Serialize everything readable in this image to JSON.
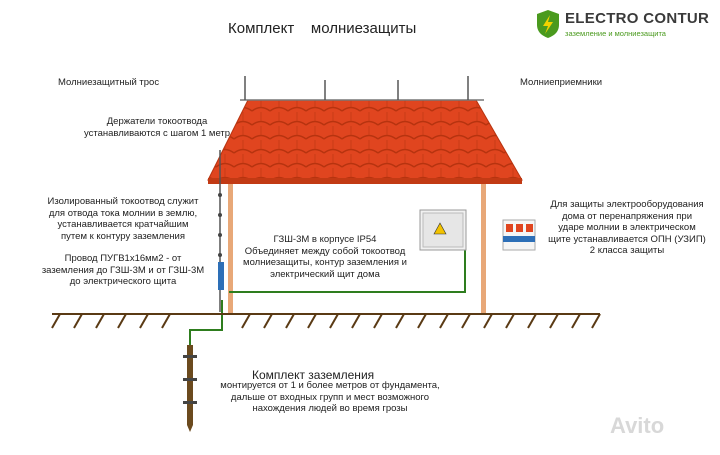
{
  "title": "Комплект    молниезащиты",
  "logo": {
    "name": "ELECTRO CONTUR",
    "tagline": "заземление и молниезащита"
  },
  "labels": {
    "cable": "Молниезащитный трос",
    "rods": "Молниеприемники",
    "holders": [
      "Держатели токоотвода",
      "устанавливаются с шагом 1 метр"
    ],
    "downconductor": [
      "Изолированный токоотвод служит",
      "для отвода тока молнии в землю,",
      "устанавливается кратчайшим",
      "путем к контуру заземления"
    ],
    "wire": [
      "Провод ПУГВ1х16мм2 - от",
      "заземления до ГЗШ-3М и от ГЗШ-3М",
      "до электрического щита"
    ],
    "box": [
      "ГЗШ-3М в корпусе IP54",
      "Объединяет между собой токоотвод",
      "молниезащиты, контур заземления и",
      "электрический щит дома"
    ],
    "surge": [
      "Для защиты электрооборудования",
      "дома от перенапряжения при",
      "ударе молнии в электрическом",
      "щите устанавливается ОПН (УЗИП)",
      "2 класса защиты"
    ],
    "grounding_title": "Комплект заземления",
    "grounding": [
      "монтируется от 1 и более метров от фундамента,",
      "дальше от входных групп и мест возможного",
      "нахождения людей во время грозы"
    ]
  },
  "watermark": "Avito",
  "colors": {
    "roof": "#e0451f",
    "roof_dark": "#b7330f",
    "wall": "#e8a878",
    "ground": "#5a3a14",
    "wire": "#2e7d1e",
    "brand_green": "#4a9a1e"
  }
}
